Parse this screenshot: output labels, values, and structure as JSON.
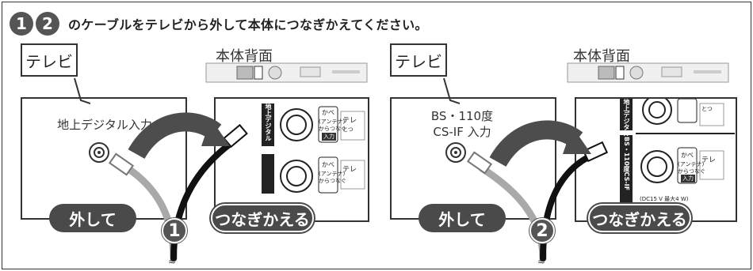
{
  "header": {
    "badge_1": "1",
    "badge_2": "2",
    "instruction": "のケーブルをテレビから外して本体につなぎかえてください。"
  },
  "panels": [
    {
      "tv_label": "テレビ",
      "back_title": "本体背面",
      "tv_input_label": "地上デジタル入力",
      "remove_label": "外して",
      "connect_label": "つなぎかえる",
      "step_number": "1",
      "back_terminal_label": "地上デジタル",
      "wall_label": "かべ",
      "antenna_label": "(アンテナ)",
      "other_label": "からつなぐ",
      "input_label": "入力",
      "tv_short_label": "テレ",
      "connect_short": "とつ"
    },
    {
      "tv_label": "テレビ",
      "back_title": "本体背面",
      "tv_input_label_line1": "BS・110度",
      "tv_input_label_line2": "CS-IF 入力",
      "remove_label": "外して",
      "connect_label": "つなぎかえる",
      "step_number": "2",
      "back_terminal_label": "BS・110度CS-IF",
      "back_terminal_top": "地上デジタル",
      "wall_label": "かべ",
      "antenna_label": "(アンテナ)",
      "other_label": "からつなぐ",
      "input_label": "入力",
      "tv_short_label": "テレ",
      "connect_short": "とつ",
      "power_note": "(DC15 V 最大4 W)"
    }
  ],
  "colors": {
    "dark_gray": "#4a4a4a",
    "cable_light": "#a9a9a9",
    "cable_dark": "#111111",
    "arrow": "#4d4d4d"
  }
}
